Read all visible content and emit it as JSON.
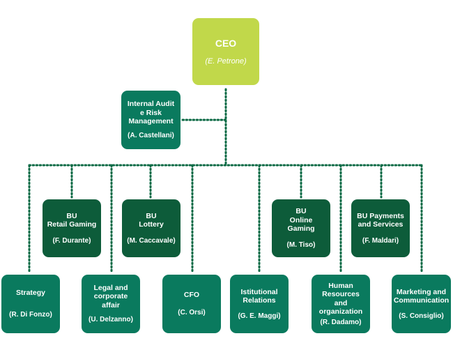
{
  "colors": {
    "ceo": "#c1d84a",
    "staff": "#0a7a5e",
    "business_unit": "#0d5c3a",
    "function": "#0a7a5e",
    "connector": "#0d6a45"
  },
  "ceo": {
    "title": "CEO",
    "person": "(E. Petrone)"
  },
  "staff": {
    "title": "Internal Audit\ne Risk\nManagement",
    "person": "(A. Castellani)"
  },
  "business_units": [
    {
      "key": "retail-gaming",
      "title": "BU\nRetail Gaming",
      "person": "(F. Durante)"
    },
    {
      "key": "lottery",
      "title": "BU\nLottery",
      "person": "(M. Caccavale)"
    },
    {
      "key": "online-gaming",
      "title": "BU\nOnline Gaming",
      "person": "(M. Tiso)"
    },
    {
      "key": "payments",
      "title": "BU Payments\nand Services",
      "person": "(F. Maldari)"
    }
  ],
  "functions": [
    {
      "key": "strategy",
      "title": "Strategy",
      "person": "(R. Di Fonzo)"
    },
    {
      "key": "legal",
      "title": "Legal and\ncorporate\naffair",
      "person": "(U. Delzanno)"
    },
    {
      "key": "cfo",
      "title": "CFO",
      "person": "(C. Orsi)"
    },
    {
      "key": "institutional",
      "title": "Istitutional\nRelations",
      "person": "(G. E. Maggi)"
    },
    {
      "key": "hr",
      "title": "Human\nResources and\norganization",
      "person": "(R. Dadamo)"
    },
    {
      "key": "marketing",
      "title": "Marketing and\nCommunication",
      "person": "(S. Consiglio)"
    }
  ]
}
